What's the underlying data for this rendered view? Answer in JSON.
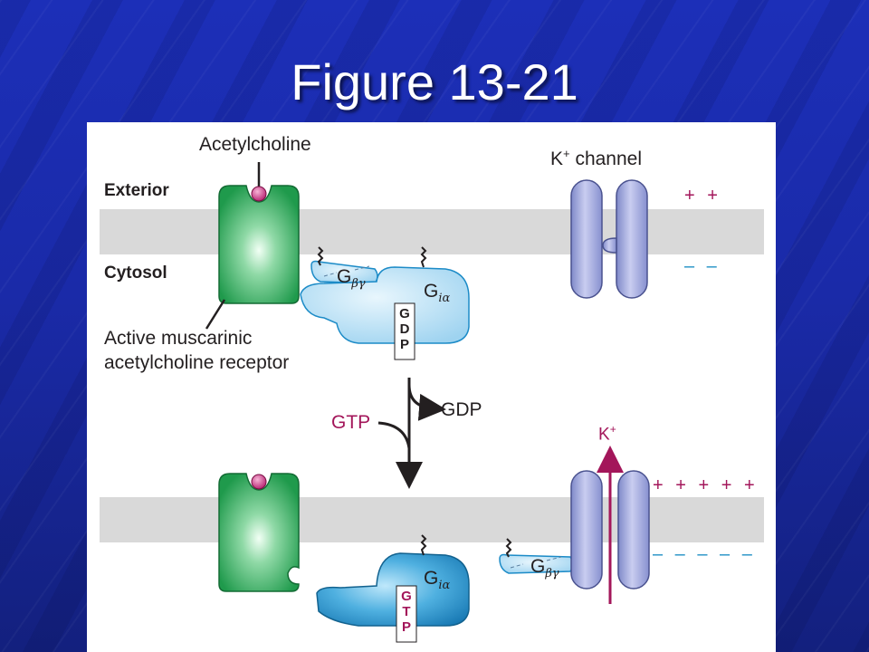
{
  "slide": {
    "title": "Figure 13-21"
  },
  "diagram": {
    "labels": {
      "acetylcholine": "Acetylcholine",
      "exterior": "Exterior",
      "cytosol": "Cytosol",
      "receptor_line1": "Active muscarinic",
      "receptor_line2": "acetylcholine receptor",
      "k_channel": "channel",
      "k_ion": "K",
      "k_superscript": "+",
      "gtp": "GTP",
      "gdp": "GDP",
      "g_letter": "G",
      "beta_gamma": "βγ",
      "i_alpha": "iα"
    },
    "nucleotides": {
      "gdp_letters": [
        "G",
        "D",
        "P"
      ],
      "gtp_letters": [
        "G",
        "T",
        "P"
      ]
    },
    "charges": {
      "top_positive": "+ +",
      "top_negative": "– –",
      "bottom_positive": "+ + + + +",
      "bottom_negative": "– – – – –"
    },
    "colors": {
      "membrane": "#d9d9d9",
      "receptor_green": "#1f9a4c",
      "g_protein_light": "#bfe2f5",
      "g_protein_dark": "#1c8bc7",
      "channel": "#9aa3d8",
      "magenta": "#a3165a"
    }
  }
}
